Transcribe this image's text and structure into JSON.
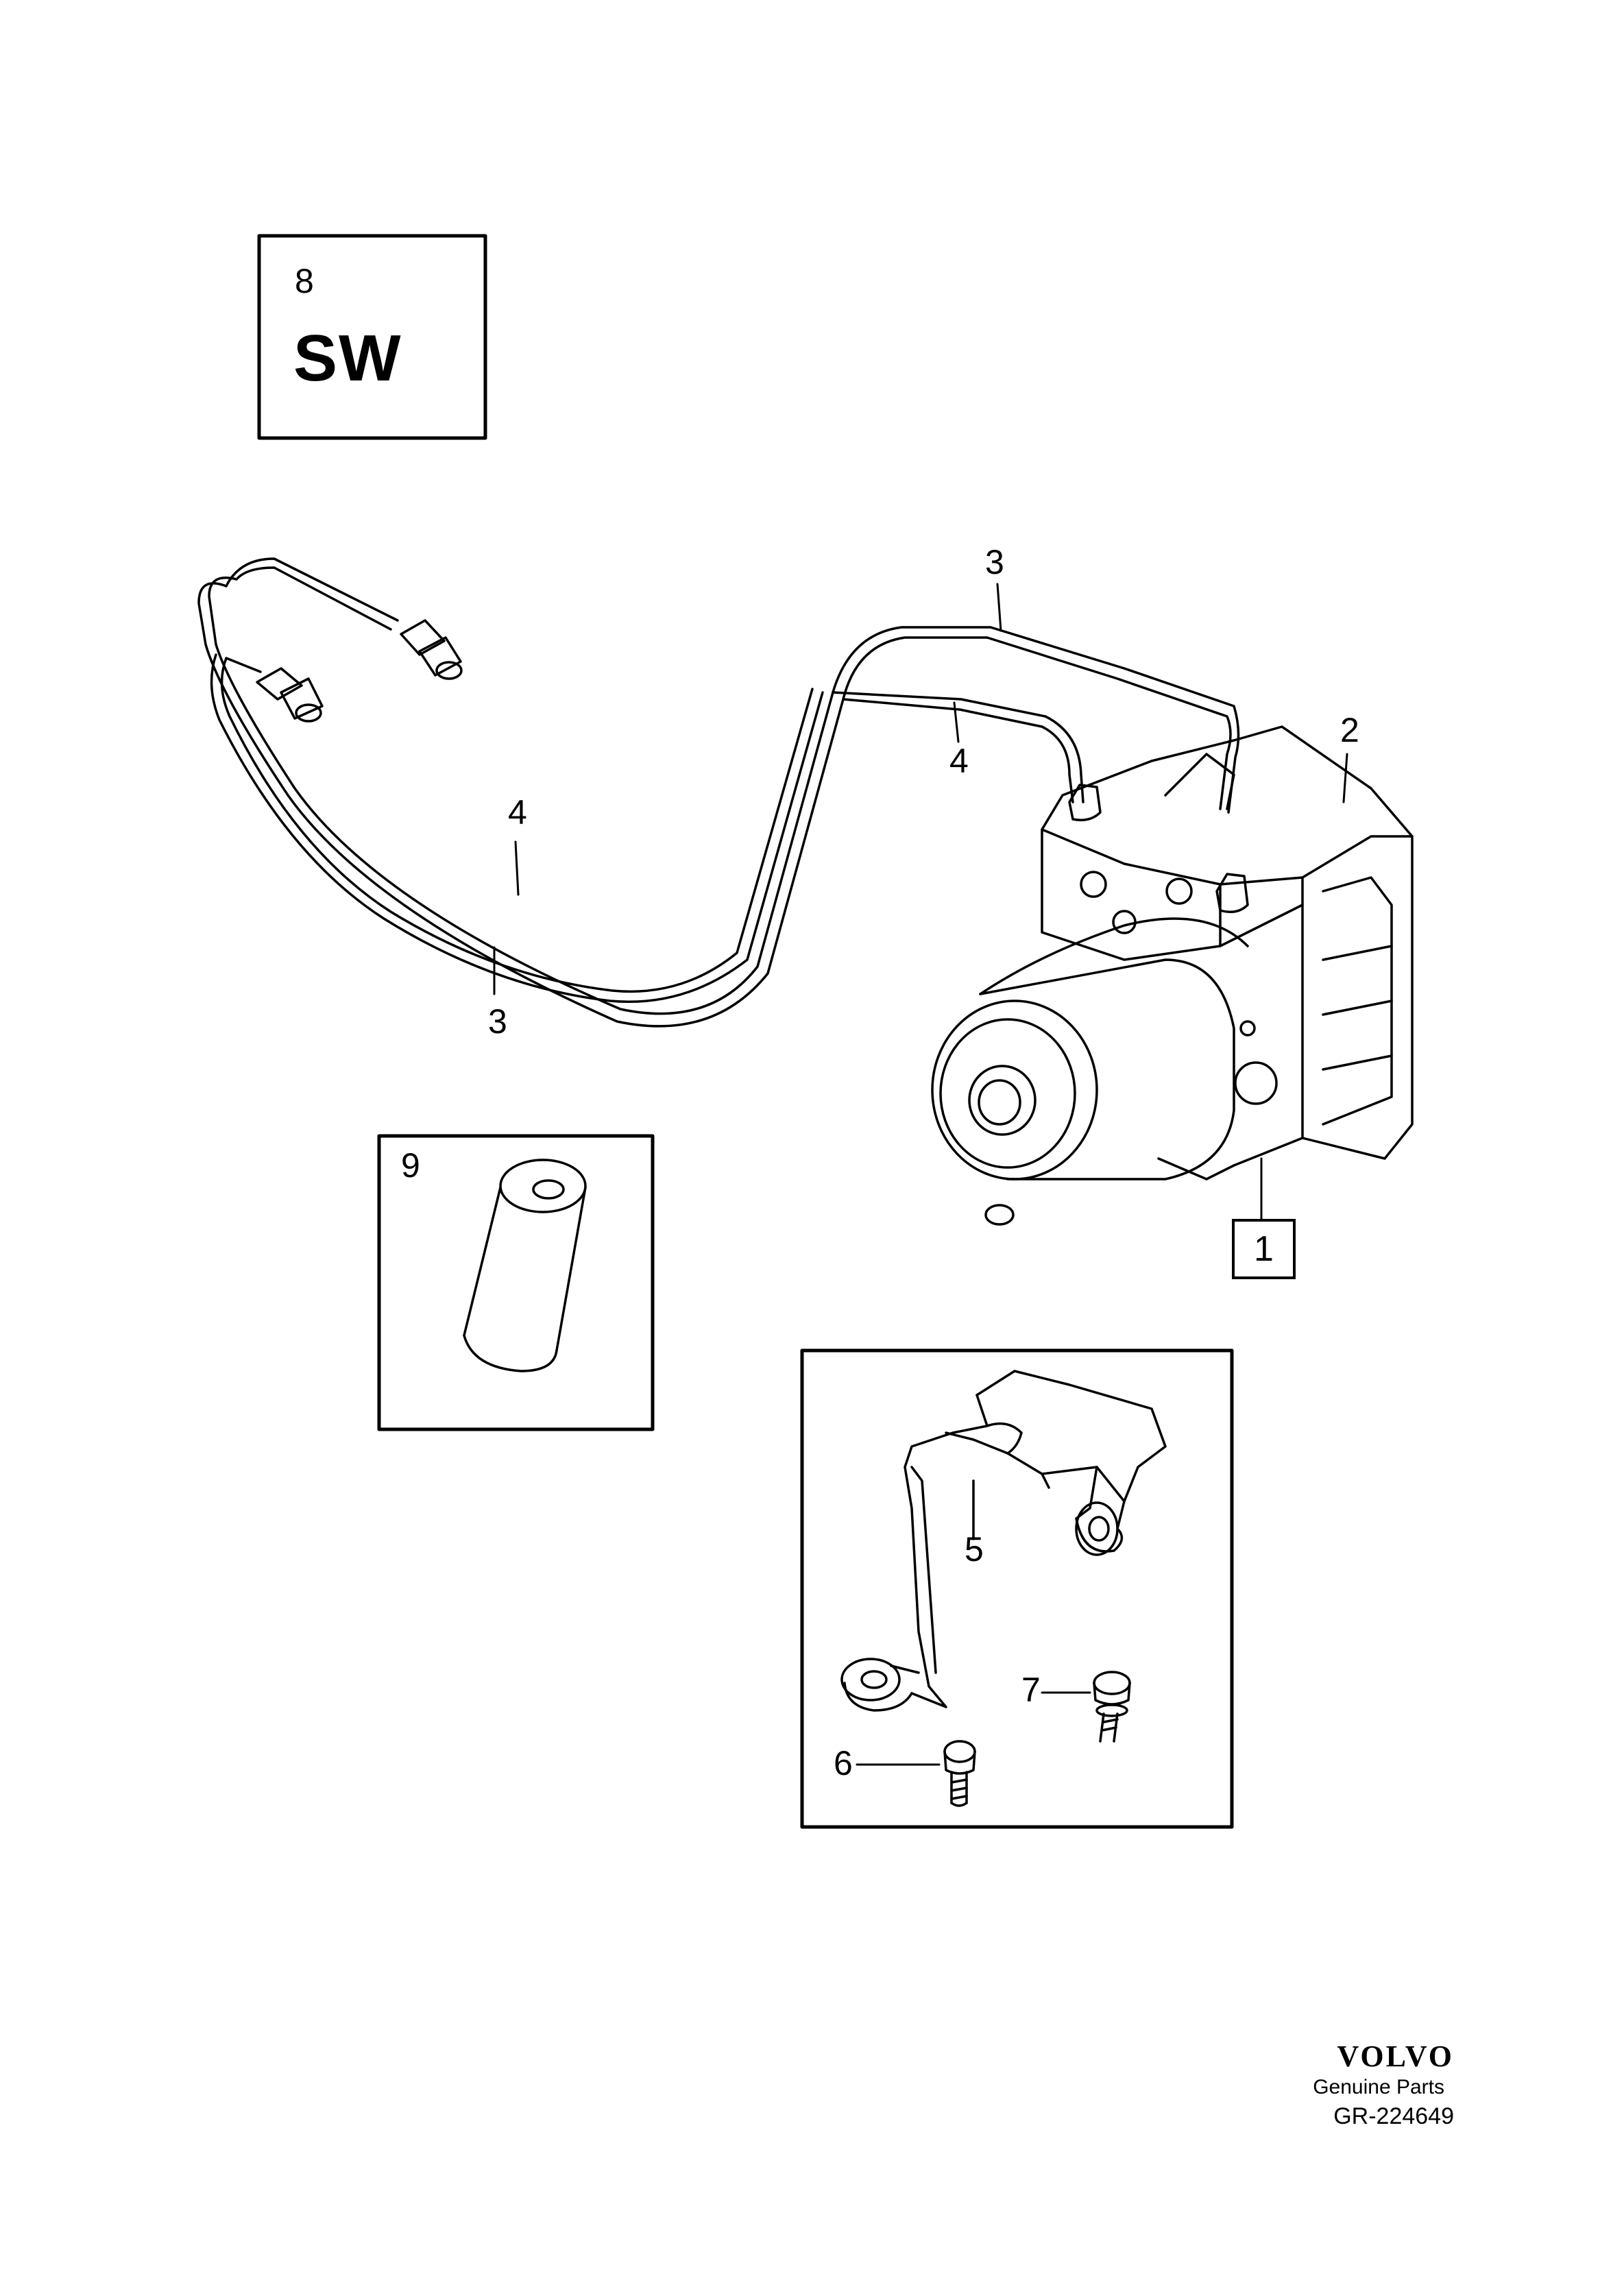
{
  "inset_8": {
    "number": "8",
    "code": "SW"
  },
  "inset_9": {
    "number": "9"
  },
  "callouts": {
    "c1": "1",
    "c2": "2",
    "c3_top": "3",
    "c3_bottom": "3",
    "c4_top": "4",
    "c4_left": "4",
    "c5": "5",
    "c6": "6",
    "c7": "7"
  },
  "footer": {
    "brand": "VOLVO",
    "tagline": "Genuine Parts",
    "code": "GR-224649"
  },
  "colors": {
    "line": "#000000",
    "background": "#ffffff"
  }
}
